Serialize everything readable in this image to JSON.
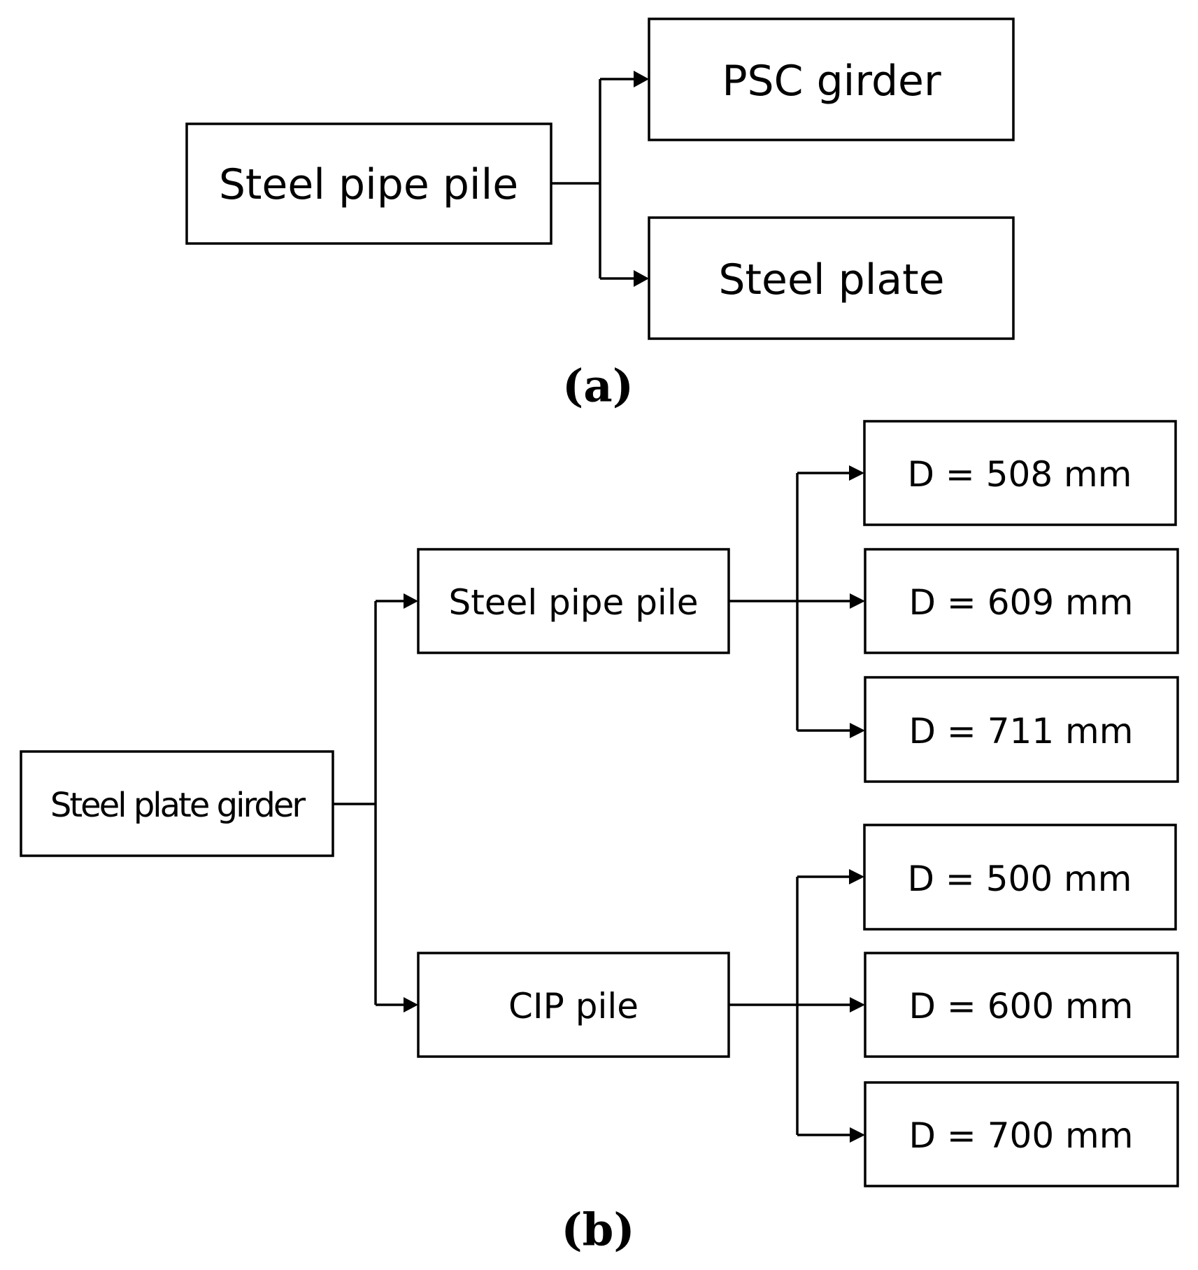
{
  "panel_a": {
    "caption": "(a)",
    "root": "Steel pipe pile",
    "children": [
      "PSC girder",
      "Steel plate"
    ]
  },
  "panel_b": {
    "caption": "(b)",
    "root": "Steel plate girder",
    "branches": [
      {
        "label": "Steel pipe pile",
        "children": [
          "D = 508 mm",
          "D = 609 mm",
          "D = 711 mm"
        ]
      },
      {
        "label": "CIP pile",
        "children": [
          "D = 500 mm",
          "D = 600 mm",
          "D = 700 mm"
        ]
      }
    ]
  }
}
